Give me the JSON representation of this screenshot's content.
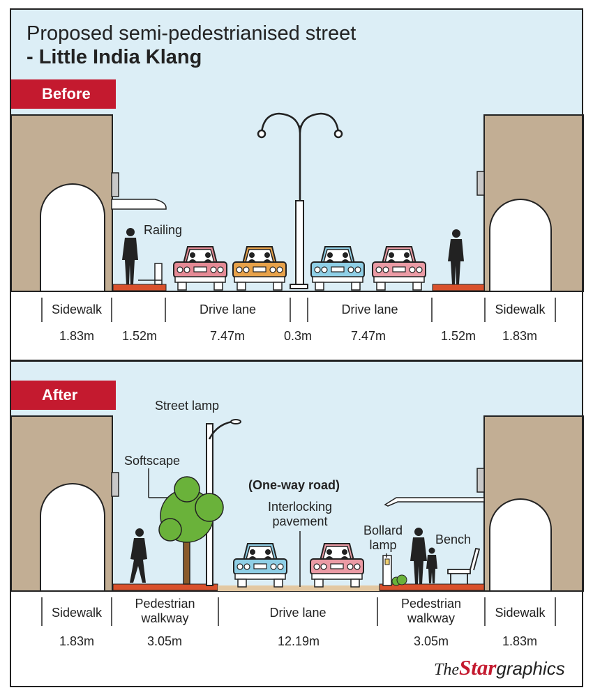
{
  "title": {
    "line1": "Proposed semi-pedestrianised street",
    "line2": "- Little India Klang"
  },
  "before": {
    "tag": "Before",
    "annotations": {
      "railing": "Railing"
    },
    "segments": [
      {
        "label": "Sidewalk",
        "width": "1.83m"
      },
      {
        "label": "",
        "width": "1.52m"
      },
      {
        "label": "Drive lane",
        "width": "7.47m"
      },
      {
        "label": "",
        "width": "0.3m"
      },
      {
        "label": "Drive lane",
        "width": "7.47m"
      },
      {
        "label": "",
        "width": "1.52m"
      },
      {
        "label": "Sidewalk",
        "width": "1.83m"
      }
    ]
  },
  "after": {
    "tag": "After",
    "annotations": {
      "street_lamp": "Street lamp",
      "softscape": "Softscape",
      "one_way": "(One-way road)",
      "interlocking_1": "Interlocking",
      "interlocking_2": "pavement",
      "bollard_1": "Bollard",
      "bollard_2": "lamp",
      "bench": "Bench"
    },
    "segments": [
      {
        "label": "Sidewalk",
        "label2": "",
        "width": "1.83m"
      },
      {
        "label": "Pedestrian",
        "label2": "walkway",
        "width": "3.05m"
      },
      {
        "label": "Drive lane",
        "label2": "",
        "width": "12.19m"
      },
      {
        "label": "Pedestrian",
        "label2": "walkway",
        "width": "3.05m"
      },
      {
        "label": "Sidewalk",
        "label2": "",
        "width": "1.83m"
      }
    ]
  },
  "logo": {
    "the": "The",
    "star": "Star",
    "graphics": "graphics"
  },
  "colors": {
    "sky": "#dceef6",
    "building": "#c2ae94",
    "accent_red": "#c41a2f",
    "curb_orange": "#d9512c",
    "car_red": "#e58a95",
    "car_orange": "#e8a24a",
    "car_blue": "#8fcfe6",
    "car_pink": "#eb9ba5",
    "tree": "#6ab23a",
    "trunk": "#8a5a2a",
    "paving": "#e3c8a2"
  }
}
